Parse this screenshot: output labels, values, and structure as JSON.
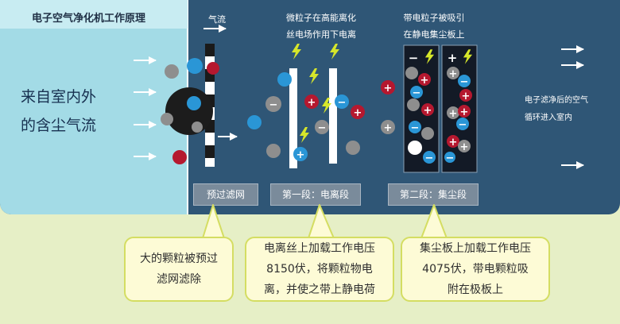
{
  "title": "电子空气净化机工作原理",
  "source_lines": [
    "来自室内外",
    "的含尘气流"
  ],
  "airflow_label": "气流",
  "ionize_caption": [
    "微粒子在高能离化",
    "丝电场作用下电离"
  ],
  "collect_caption": [
    "带电粒子被吸引",
    "在静电集尘板上"
  ],
  "output_caption": [
    "电子滤净后的空气",
    "循环进入室内"
  ],
  "plate_signs": {
    "negative": "−",
    "positive": "+"
  },
  "stages": [
    {
      "label": "预过滤网"
    },
    {
      "label": "第一段：电离段"
    },
    {
      "label": "第二段：集尘段"
    }
  ],
  "callouts": [
    {
      "lines": [
        "大的颗粒被预过",
        "滤网滤除"
      ]
    },
    {
      "lines": [
        "电离丝上加载工作电压",
        "8150伏，将颗粒物电",
        "离，并使之带上静电荷"
      ]
    },
    {
      "lines": [
        "集尘板上加载工作电压",
        "4075伏，带电颗粒吸",
        "附在极板上"
      ]
    }
  ],
  "colors": {
    "intake": "#a3dbe6",
    "chamber": "#2f5676",
    "bolt": "#d6e62a",
    "particle_neutral": "#8e8e8e",
    "particle_dust": "#1c1c1c",
    "particle_blue": "#2a96d6",
    "particle_red": "#b5182f",
    "plate": "#131a26",
    "callout_fill": "#fdfbd6",
    "callout_border": "#d4dd62"
  }
}
